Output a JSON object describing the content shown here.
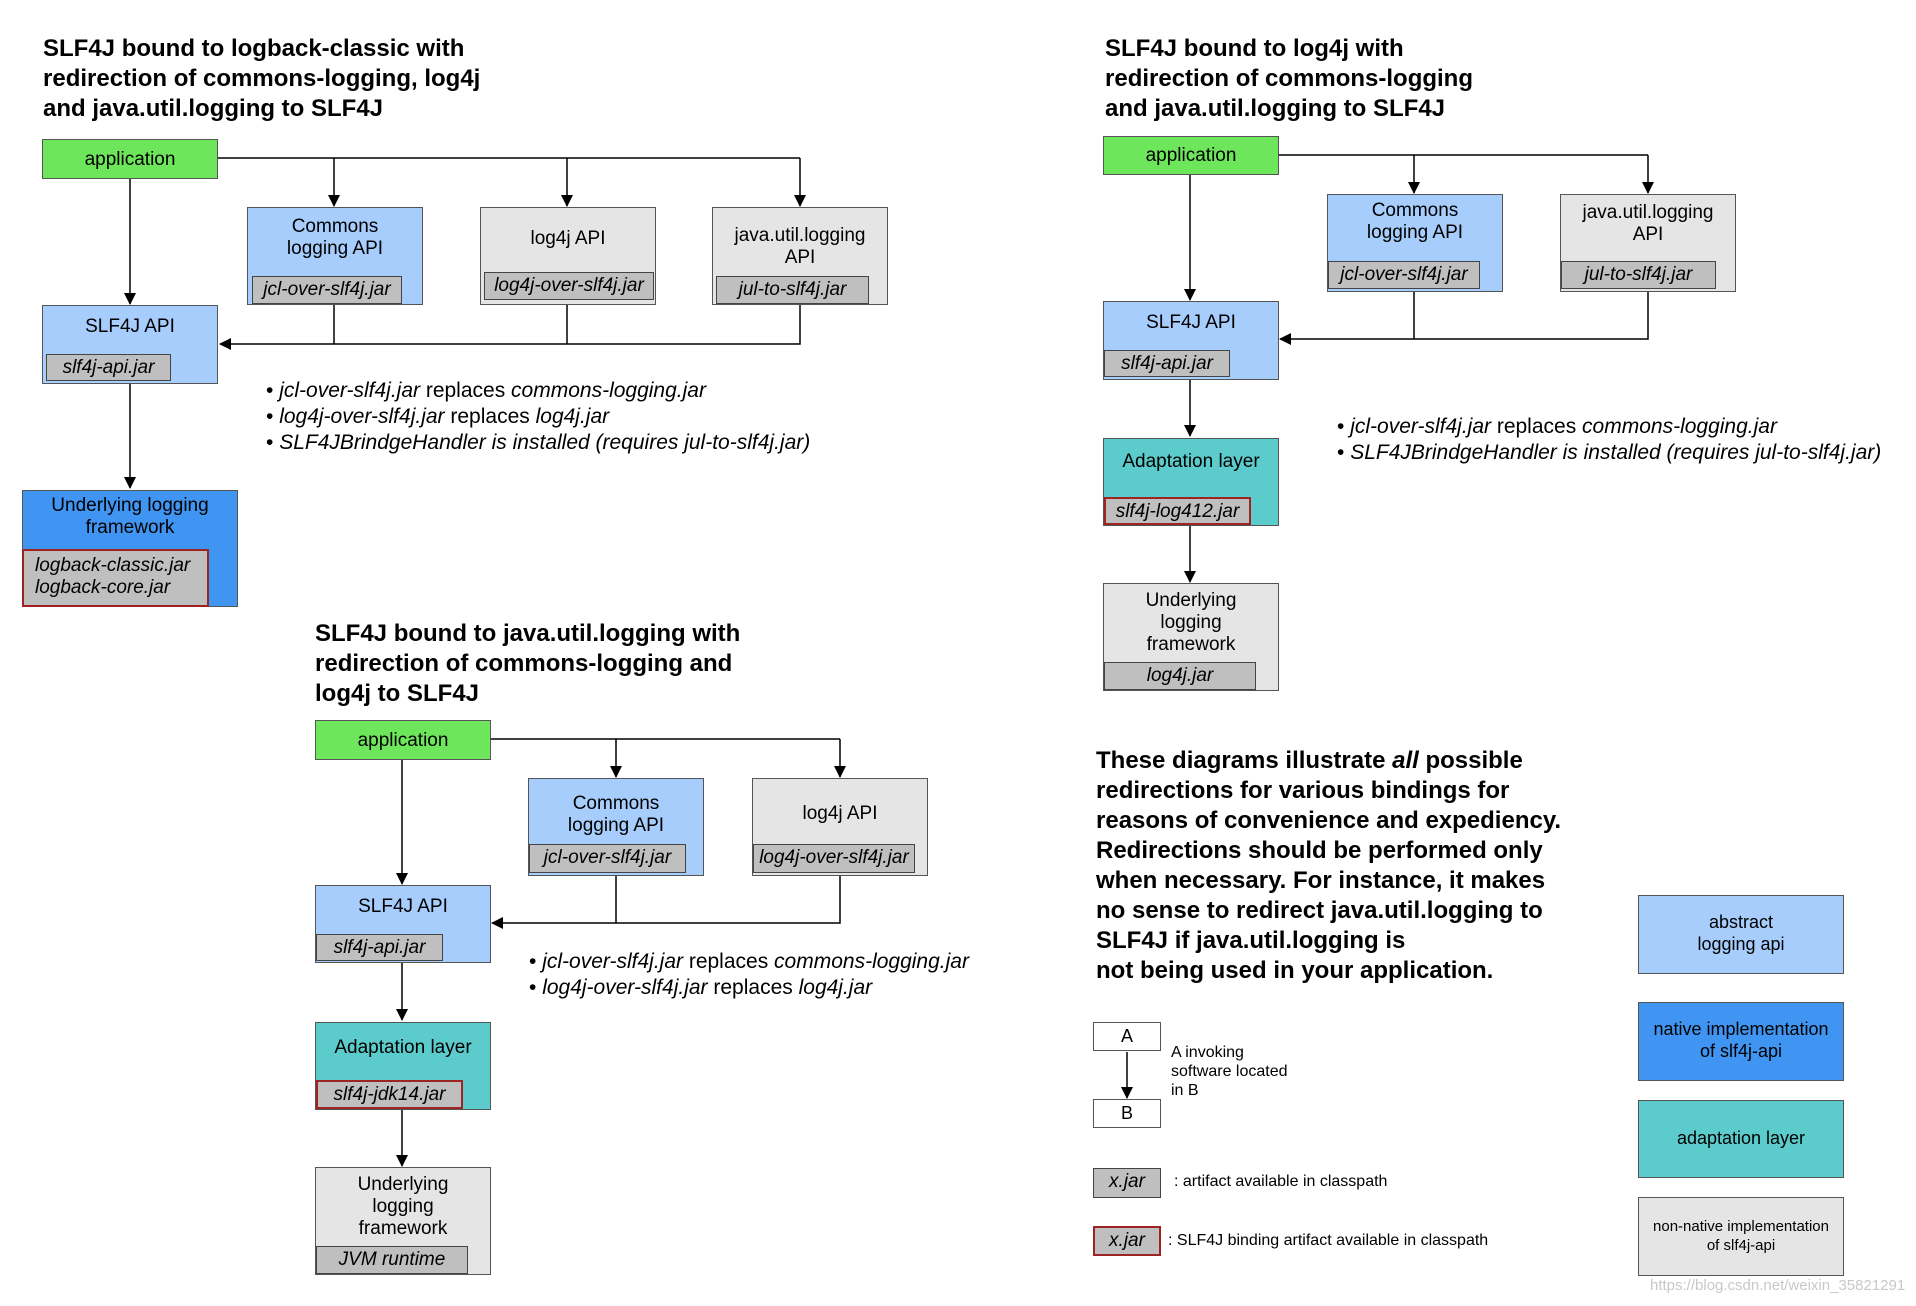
{
  "diagram1": {
    "title": "SLF4J bound to logback-classic with\nredirection of commons-logging, log4j\nand java.util.logging to SLF4J",
    "application": "application",
    "commons_api": "Commons\nlogging API",
    "commons_jar": "jcl-over-slf4j.jar",
    "log4j_api": "log4j API",
    "log4j_jar": "log4j-over-slf4j.jar",
    "jul_api": "java.util.logging\nAPI",
    "jul_jar": "jul-to-slf4j.jar",
    "slf4j_api": "SLF4J API",
    "slf4j_jar": "slf4j-api.jar",
    "underlying": "Underlying logging\nframework",
    "underlying_jar": "logback-classic.jar\nlogback-core.jar",
    "bullets": [
      [
        "jcl-over-slf4j.jar",
        " replaces ",
        "commons-logging.jar"
      ],
      [
        "log4j-over-slf4j.jar",
        " replaces ",
        "log4j.jar"
      ],
      [
        "SLF4JBrindgeHandler is installed (requires jul-to-slf4j.jar)",
        "",
        ""
      ]
    ]
  },
  "diagram2": {
    "title": "SLF4J bound to log4j with\nredirection of commons-logging\nand java.util.logging to SLF4J",
    "application": "application",
    "commons_api": "Commons\nlogging API",
    "commons_jar": "jcl-over-slf4j.jar",
    "jul_api": "java.util.logging\nAPI",
    "jul_jar": "jul-to-slf4j.jar",
    "slf4j_api": "SLF4J API",
    "slf4j_jar": "slf4j-api.jar",
    "adaptation": "Adaptation layer",
    "adaptation_jar": "slf4j-log412.jar",
    "underlying": "Underlying\nlogging\nframework",
    "underlying_jar": "log4j.jar",
    "bullets": [
      [
        "jcl-over-slf4j.jar",
        " replaces ",
        "commons-logging.jar"
      ],
      [
        "SLF4JBrindgeHandler is installed (requires jul-to-slf4j.jar)",
        "",
        ""
      ]
    ]
  },
  "diagram3": {
    "title": "SLF4J bound to java.util.logging with\nredirection of commons-logging and\nlog4j to SLF4J",
    "application": "application",
    "commons_api": "Commons\nlogging API",
    "commons_jar": "jcl-over-slf4j.jar",
    "log4j_api": "log4j API",
    "log4j_jar": "log4j-over-slf4j.jar",
    "slf4j_api": "SLF4J API",
    "slf4j_jar": "slf4j-api.jar",
    "adaptation": "Adaptation layer",
    "adaptation_jar": "slf4j-jdk14.jar",
    "underlying": "Underlying\nlogging\nframework",
    "underlying_jar": "JVM runtime",
    "bullets": [
      [
        "jcl-over-slf4j.jar",
        " replaces ",
        "commons-logging.jar"
      ],
      [
        "log4j-over-slf4j.jar",
        " replaces ",
        "log4j.jar"
      ]
    ]
  },
  "note": {
    "pre": "These diagrams illustrate ",
    "emph": "all",
    "post": " possible\nredirections for various bindings for\nreasons of convenience and expediency.\nRedirections should be performed only\nwhen necessary. For instance, it makes\nno sense to redirect java.util.logging to\nSLF4J if java.util.logging is\nnot being used in your application."
  },
  "legend": {
    "box_a": "A",
    "box_b": "B",
    "invoking_text": "A invoking\nsoftware located\nin B",
    "jar_sample": "x.jar",
    "jar_desc": ": artifact available in classpath",
    "binding_sample": "x.jar",
    "binding_desc": ": SLF4J binding artifact available in classpath",
    "abstract": "abstract\nlogging api",
    "native": "native implementation\nof slf4j-api",
    "adaptation": "adaptation layer",
    "nonnative": "non-native implementation\nof slf4j-api"
  },
  "colors": {
    "application": "#6ee65b",
    "abstract_api": "#a6cdfb",
    "native_impl": "#4195f2",
    "adaptation_layer": "#5ccbcb",
    "non_native_impl": "#e5e5e5",
    "jar": "#bfbfbf",
    "binding_border": "#9e2424"
  },
  "watermark": "https://blog.csdn.net/weixin_35821291"
}
